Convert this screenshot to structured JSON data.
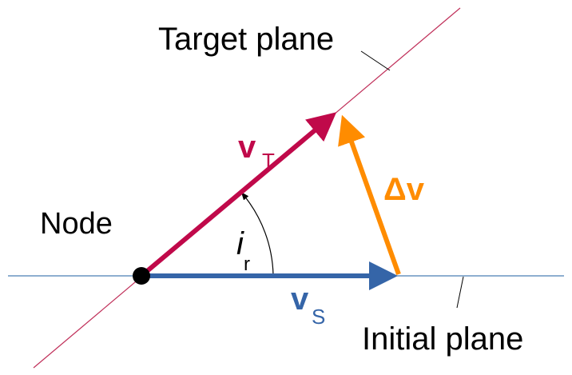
{
  "labels": {
    "target_plane": "Target plane",
    "initial_plane": "Initial plane",
    "node": "Node",
    "vt_main": "v",
    "vt_sub": "T",
    "vs_main": "v",
    "vs_sub": "S",
    "dv_main": "Δv",
    "angle_main": "i",
    "angle_sub": "r"
  },
  "colors": {
    "target_plane_line": "#c0305a",
    "initial_plane_line": "#4a7fb5",
    "v_target": "#c0094a",
    "v_initial": "#3565a8",
    "delta_v": "#ff8c00",
    "node_marker": "#000000"
  }
}
